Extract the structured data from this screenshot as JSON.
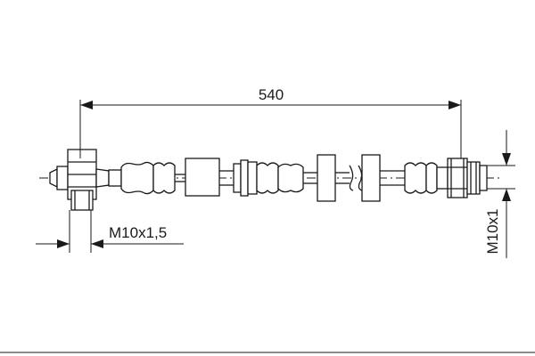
{
  "diagram": {
    "dimensions": {
      "length": "540",
      "thread_left": "M10x1,5",
      "thread_right": "M10x1"
    },
    "colors": {
      "line": "#1a1a1a",
      "background": "#ffffff"
    }
  }
}
